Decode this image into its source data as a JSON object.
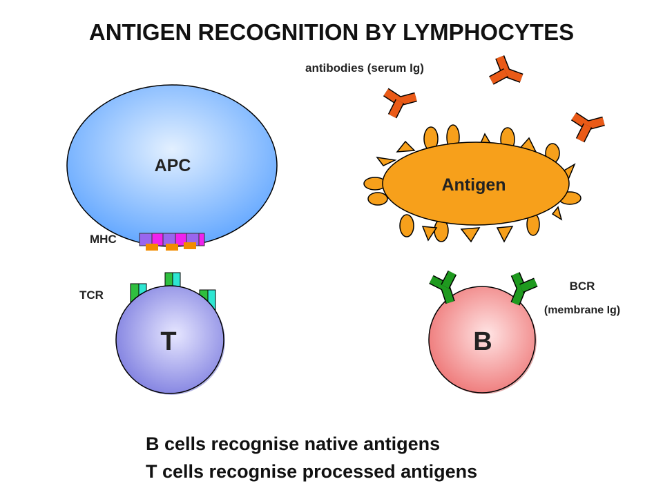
{
  "title": "ANTIGEN RECOGNITION BY LYMPHOCYTES",
  "labels": {
    "antibodies": "antibodies (serum Ig)",
    "apc": "APC",
    "antigen": "Antigen",
    "mhc": "MHC",
    "tcr": "TCR",
    "bcr": "BCR",
    "bcr_sub": "(membrane Ig)",
    "t_cell": "T",
    "b_cell": "B"
  },
  "captions": [
    "B cells recognise native antigens",
    "T cells recognise processed antigens"
  ],
  "colors": {
    "apc": "#79b5ff",
    "antigen": "#f7a01b",
    "antibody": "#ea5a17",
    "t_cell": "#9a9aee",
    "b_cell": "#f28a8a",
    "bcr": "#1f9a1f",
    "tcr_green": "#2fbf3f",
    "tcr_cyan": "#2ee6d2",
    "mhc_purple": "#9966ee",
    "mhc_magenta": "#ee22ee",
    "mhc_peptide": "#f28c00"
  }
}
